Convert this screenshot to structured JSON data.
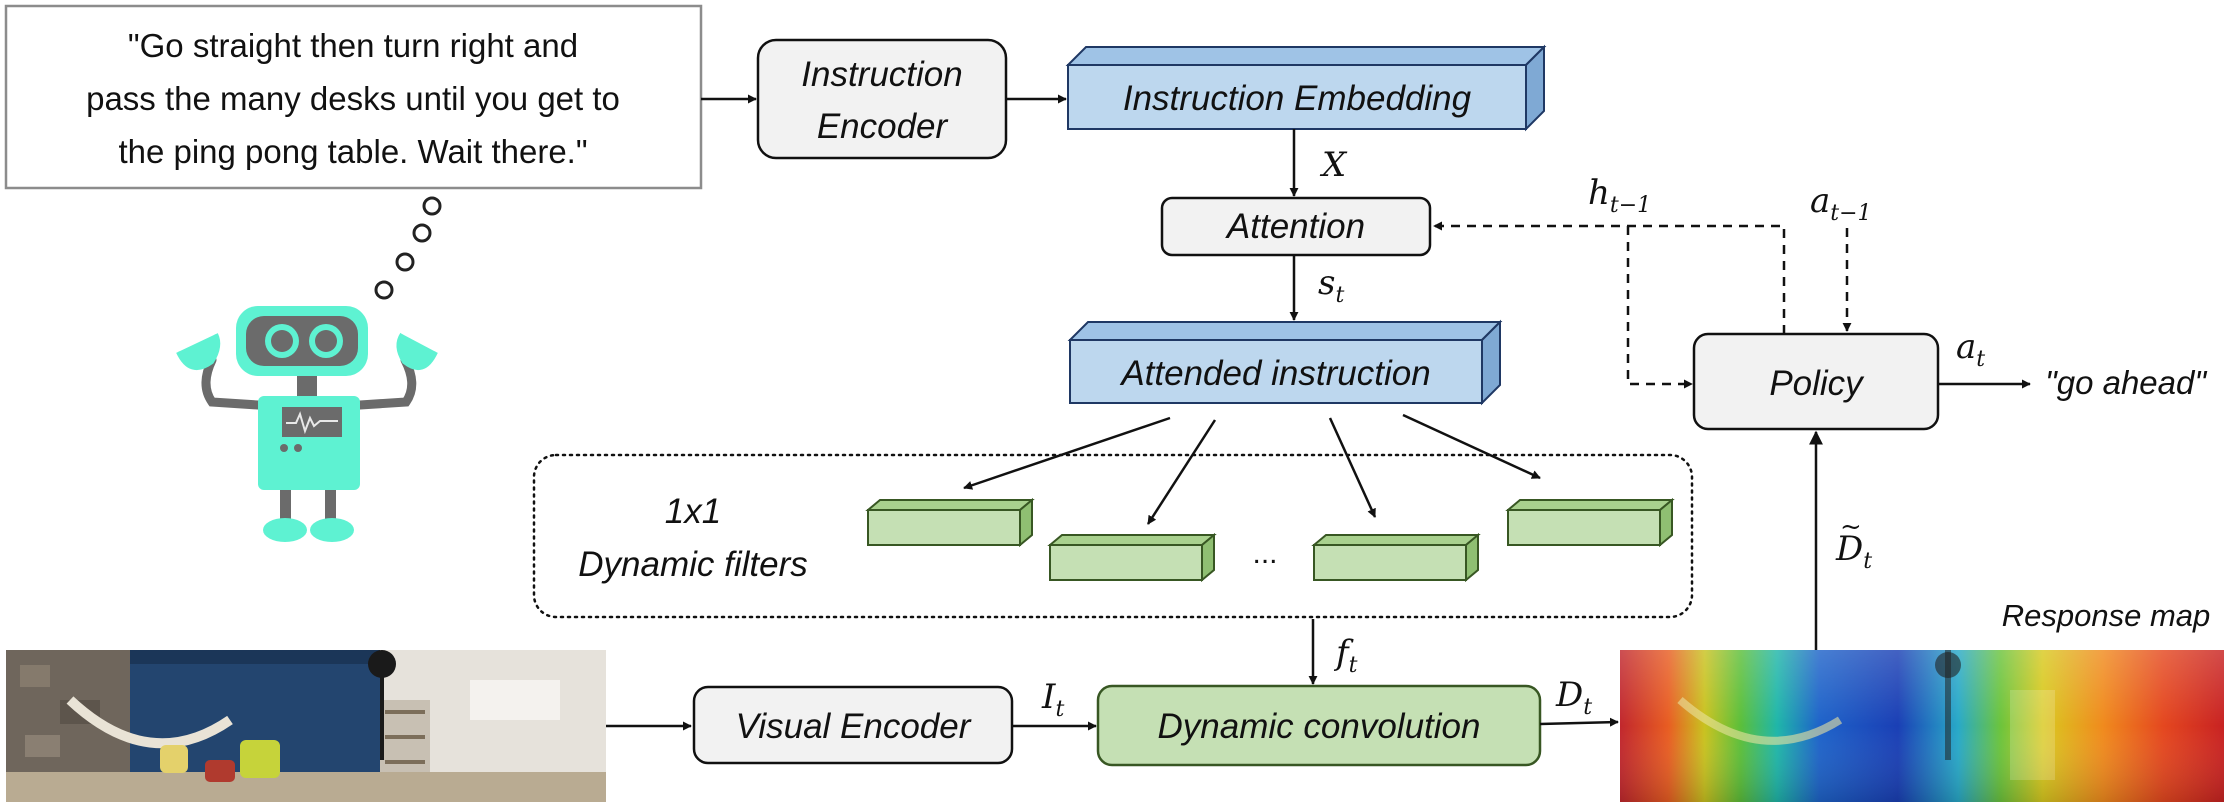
{
  "instruction_text": {
    "line1": "\"Go straight then turn right and",
    "line2": "pass the many desks until you get to",
    "line3": "the ping pong table. Wait there.\""
  },
  "blocks": {
    "instruction_encoder": [
      "Instruction",
      "Encoder"
    ],
    "instruction_embedding": "Instruction Embedding",
    "attention": "Attention",
    "attended_instruction": "Attended instruction",
    "policy": "Policy",
    "visual_encoder": "Visual Encoder",
    "dynamic_convolution": "Dynamic convolution"
  },
  "filters": {
    "title_line1": "1x1",
    "title_line2": "Dynamic filters",
    "ellipsis": "..."
  },
  "labels": {
    "X": "X",
    "s": "s",
    "s_sub": "t",
    "h": "h",
    "h_sub": "t−1",
    "a_prev": "a",
    "a_prev_sub": "t−1",
    "a": "a",
    "a_sub": "t",
    "f": "f",
    "f_sub": "t",
    "I": "I",
    "I_sub": "t",
    "D": "D",
    "D_sub": "t",
    "D_tilde": "D",
    "D_tilde_mark": "~",
    "D_tilde_sub": "t",
    "action_output": "\"go ahead\"",
    "response_map": "Response map"
  },
  "colors": {
    "embedding_fill": "#bdd7ee",
    "embedding_stroke": "#1f3864",
    "box_fill": "#f2f2f2",
    "filter_fill": "#c5e0b4",
    "filter_stroke": "#385723",
    "robot_body": "#5ef2d2",
    "robot_dark": "#6b6b6b"
  }
}
